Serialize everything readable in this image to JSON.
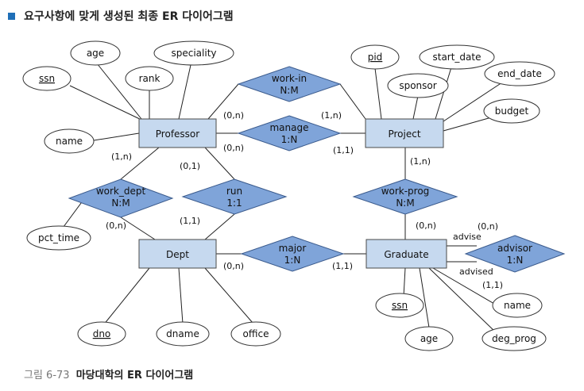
{
  "heading": "요구사항에 맞게 생성된 최종 ER 다이어그램",
  "caption": {
    "figure": "그림 6-73",
    "title": "마당대학의 ER 다이어그램"
  },
  "colors": {
    "entity": "#c6d9ef",
    "relationship": "#7fa4d9",
    "bullet": "#1f6fb8"
  },
  "entities": {
    "professor": "Professor",
    "project": "Project",
    "dept": "Dept",
    "graduate": "Graduate"
  },
  "relationships": {
    "work_in": {
      "name": "work-in",
      "card": "N:M"
    },
    "manage": {
      "name": "manage",
      "card": "1:N"
    },
    "work_dept": {
      "name": "work_dept",
      "card": "N:M"
    },
    "run": {
      "name": "run",
      "card": "1:1"
    },
    "work_prog": {
      "name": "work-prog",
      "card": "N:M"
    },
    "major": {
      "name": "major",
      "card": "1:N"
    },
    "advisor": {
      "name": "advisor",
      "card": "1:N"
    }
  },
  "attributes": {
    "ssn": "ssn",
    "age": "age",
    "speciality": "speciality",
    "rank": "rank",
    "name": "name",
    "pid": "pid",
    "start_date": "start_date",
    "end_date": "end_date",
    "sponsor": "sponsor",
    "budget": "budget",
    "pct_time": "pct_time",
    "dno": "dno",
    "dname": "dname",
    "office": "office",
    "g_ssn": "ssn",
    "g_age": "age",
    "g_name": "name",
    "deg_prog": "deg_prog"
  },
  "cardinalities": {
    "prof_workin": "(0,n)",
    "proj_workin": "(1,n)",
    "prof_manage": "(0,n)",
    "proj_manage": "(1,1)",
    "prof_workdept": "(1,n)",
    "prof_run": "(0,1)",
    "dept_workdept": "(0,n)",
    "dept_run": "(1,1)",
    "proj_workprog": "(1,n)",
    "grad_workprog": "(0,n)",
    "dept_major": "(0,n)",
    "grad_major": "(1,1)",
    "advisor_advise": "(0,n)",
    "advisor_advised": "(1,1)"
  },
  "roles": {
    "advise": "advise",
    "advised": "advised"
  }
}
